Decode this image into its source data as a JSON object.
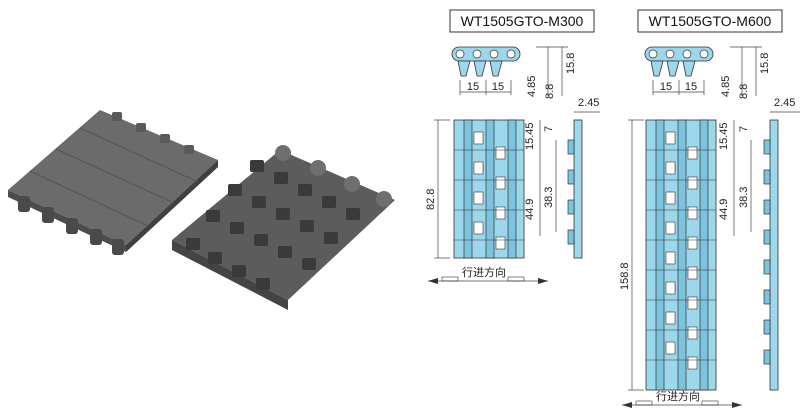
{
  "colors": {
    "part_fill": "#9dd7ec",
    "belt_gray": "#5e5e5e",
    "line": "#333333"
  },
  "modules": [
    {
      "title": "WT1505GTO-M300",
      "pitch_labels": [
        "15",
        "15"
      ],
      "profile_height": "15.8",
      "dims_side": [
        "4.85",
        "8.8"
      ],
      "top_thickness": "2.45",
      "side_dims": [
        "15.45",
        "7"
      ],
      "inner_dims": [
        "44.9",
        "38.3"
      ],
      "width_label": "82.8",
      "direction": "行进方向"
    },
    {
      "title": "WT1505GTO-M600",
      "pitch_labels": [
        "15",
        "15"
      ],
      "profile_height": "15.8",
      "dims_side": [
        "4.85",
        "8.8"
      ],
      "top_thickness": "2.45",
      "side_dims": [
        "15.45",
        "7"
      ],
      "inner_dims": [
        "44.9",
        "38.3"
      ],
      "width_label": "158.8",
      "direction": "行进方向"
    }
  ]
}
